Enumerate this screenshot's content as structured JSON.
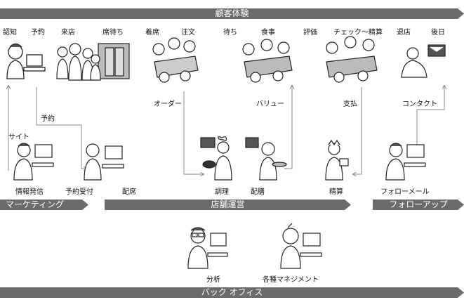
{
  "bands": {
    "top": "顧客体験",
    "marketing": "マーケティング",
    "store": "店舗運営",
    "follow": "フォローアップ",
    "back": "バック オフィス"
  },
  "steps": {
    "ninchi": "認知",
    "yoyaku": "予約",
    "raiten": "来店",
    "sekimachi": "席待ち",
    "chakuseki": "着席",
    "chumon": "注文",
    "machi": "待ち",
    "shokuji": "食事",
    "hyoka": "評価",
    "check": "チェック～精算",
    "taiten": "退店",
    "gojitsu": "後日"
  },
  "flows": {
    "yoyaku": "予約",
    "site": "サイト",
    "order": "オーダー",
    "value": "バリュー",
    "shiharai": "支払",
    "contact": "コンタクト"
  },
  "roles": {
    "joho": "情報発信",
    "yoyakuuketsuke": "予約受付",
    "haiseki": "配席",
    "chori": "調理",
    "haizen": "配膳",
    "seisan": "精算",
    "followmail": "フォローメール",
    "bunseki": "分析",
    "management": "各種マネジメント"
  },
  "colors": {
    "band": "#6b6b6b",
    "line": "#8a8a8a"
  }
}
